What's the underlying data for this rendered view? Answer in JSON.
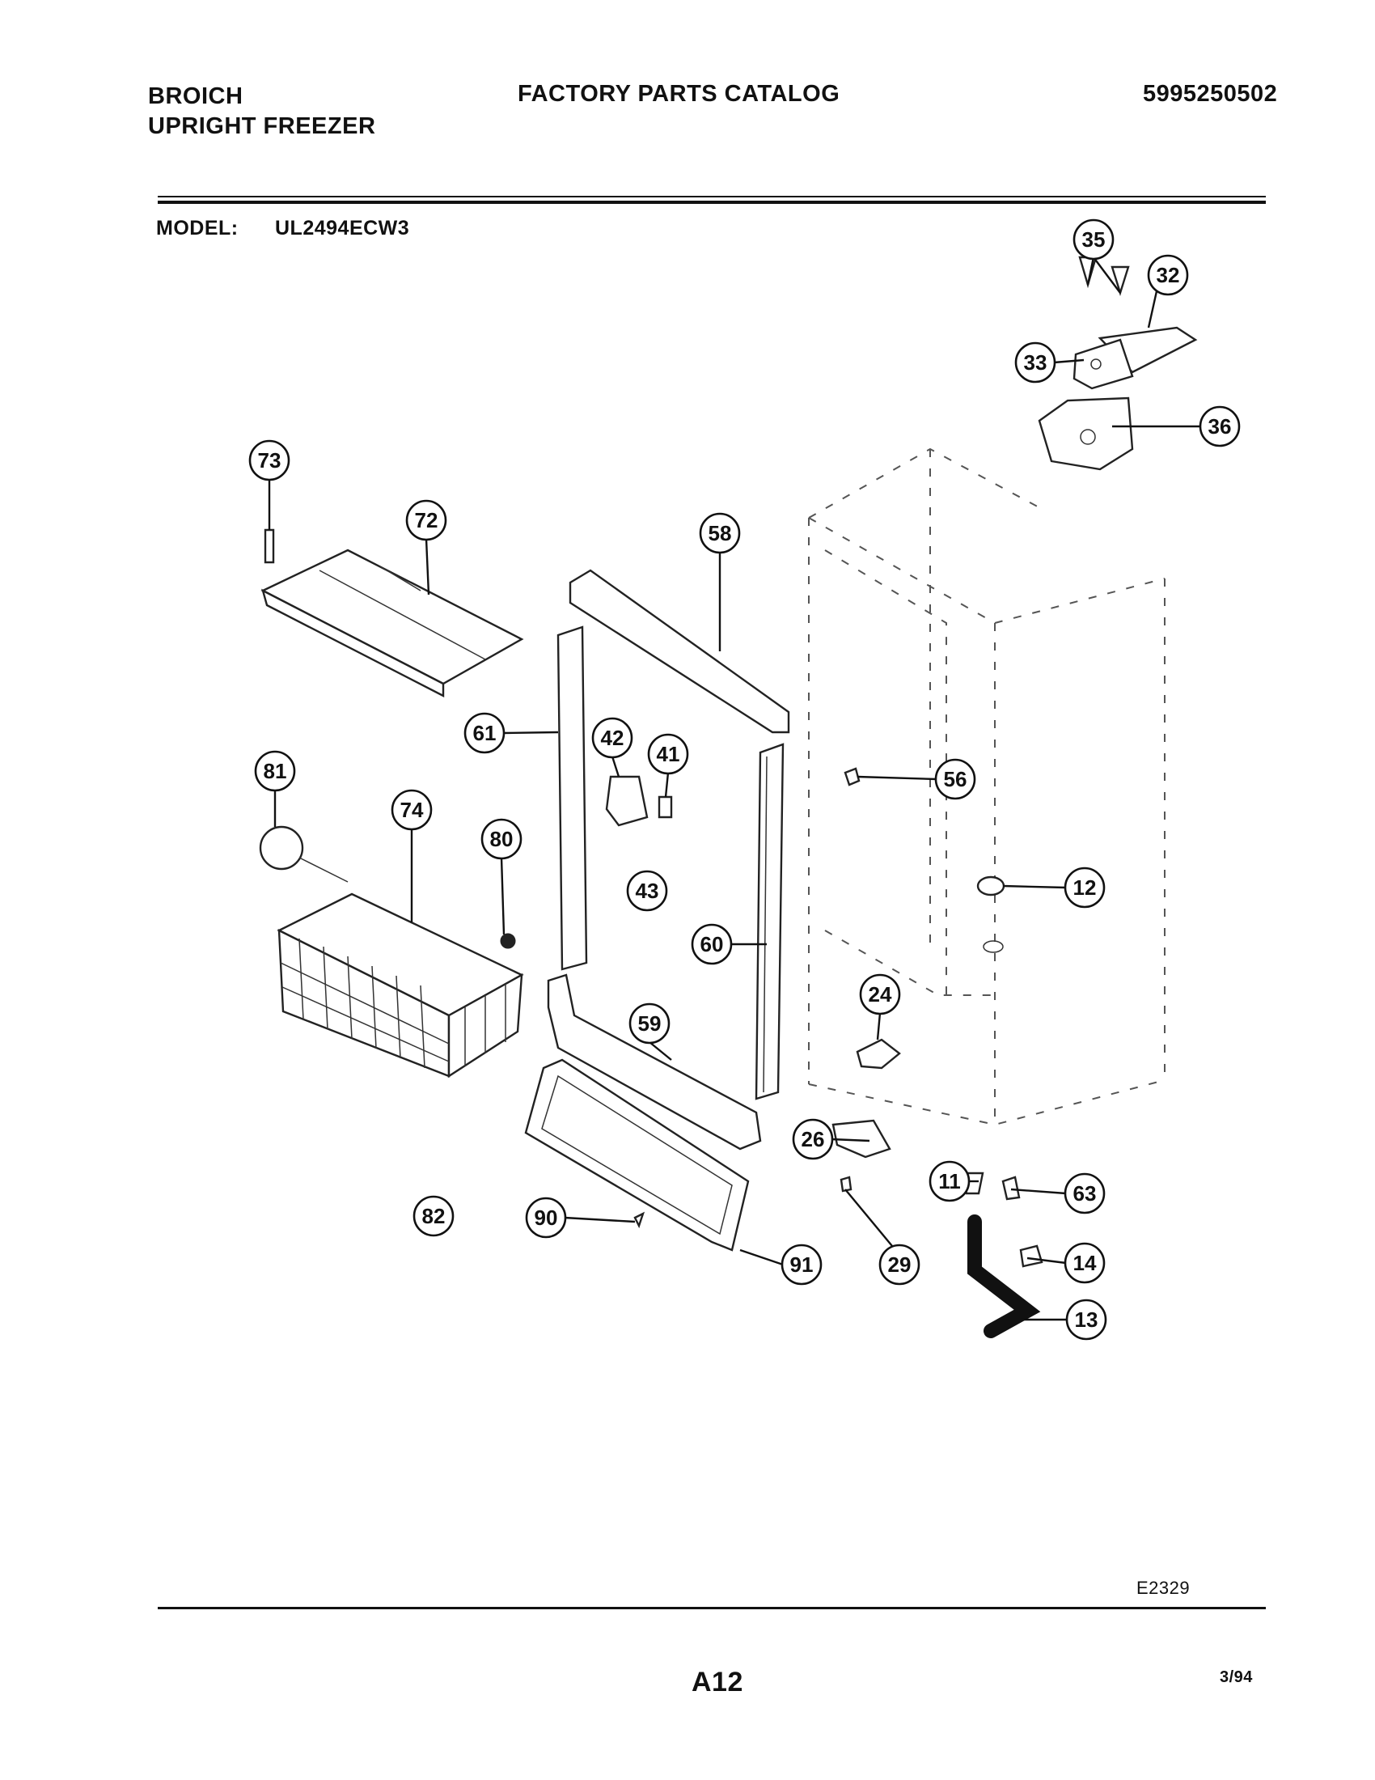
{
  "header": {
    "brand": "BROICH",
    "product": "UPRIGHT FREEZER",
    "catalog_title": "FACTORY PARTS CATALOG",
    "catalog_number": "5995250502"
  },
  "model": {
    "label": "MODEL:",
    "value": "UL2494ECW3"
  },
  "diagram": {
    "figure_id": "E2329",
    "callouts": [
      {
        "id": "35",
        "label": "35"
      },
      {
        "id": "32",
        "label": "32"
      },
      {
        "id": "33",
        "label": "33"
      },
      {
        "id": "36",
        "label": "36"
      },
      {
        "id": "73",
        "label": "73"
      },
      {
        "id": "72",
        "label": "72"
      },
      {
        "id": "58",
        "label": "58"
      },
      {
        "id": "61",
        "label": "61"
      },
      {
        "id": "42",
        "label": "42"
      },
      {
        "id": "41",
        "label": "41"
      },
      {
        "id": "56",
        "label": "56"
      },
      {
        "id": "81",
        "label": "81"
      },
      {
        "id": "74",
        "label": "74"
      },
      {
        "id": "80",
        "label": "80"
      },
      {
        "id": "43",
        "label": "43"
      },
      {
        "id": "12",
        "label": "12"
      },
      {
        "id": "60",
        "label": "60"
      },
      {
        "id": "24",
        "label": "24"
      },
      {
        "id": "59",
        "label": "59"
      },
      {
        "id": "26",
        "label": "26"
      },
      {
        "id": "11",
        "label": "11"
      },
      {
        "id": "63",
        "label": "63"
      },
      {
        "id": "82",
        "label": "82"
      },
      {
        "id": "90",
        "label": "90"
      },
      {
        "id": "91",
        "label": "91"
      },
      {
        "id": "29",
        "label": "29"
      },
      {
        "id": "14",
        "label": "14"
      },
      {
        "id": "13",
        "label": "13"
      }
    ]
  },
  "footer": {
    "page": "A12",
    "date": "3/94"
  }
}
